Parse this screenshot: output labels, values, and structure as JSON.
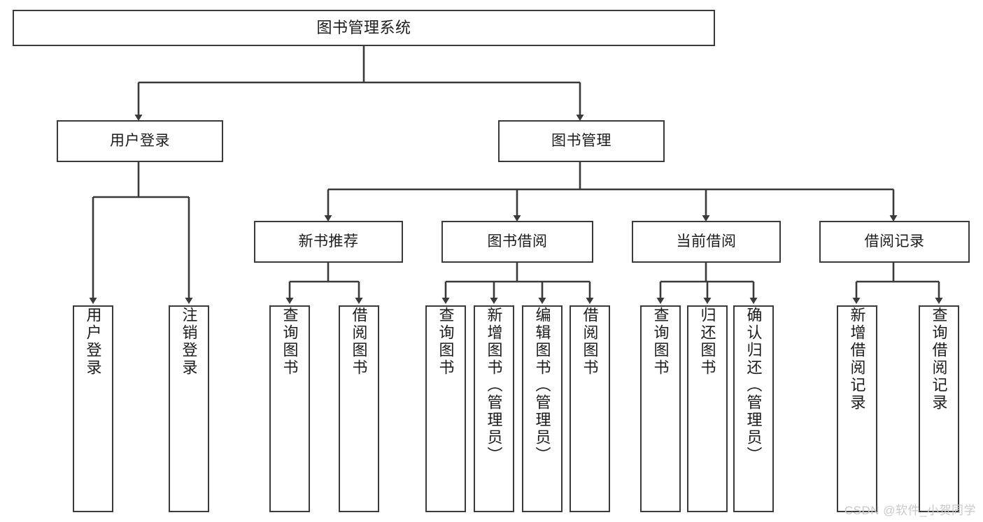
{
  "diagram": {
    "title": "图书管理系统",
    "type": "hierarchy-tree",
    "root": {
      "id": "root",
      "label": "图书管理系统"
    },
    "level2": [
      {
        "id": "user-login",
        "label": "用户登录"
      },
      {
        "id": "book-manage",
        "label": "图书管理"
      }
    ],
    "level3": [
      {
        "id": "new-book-recommend",
        "label": "新书推荐"
      },
      {
        "id": "book-borrow",
        "label": "图书借阅"
      },
      {
        "id": "current-borrow",
        "label": "当前借阅"
      },
      {
        "id": "borrow-record",
        "label": "借阅记录"
      }
    ],
    "leaves": {
      "user_login": [
        {
          "id": "leaf-user-login",
          "label": "用户登录"
        },
        {
          "id": "leaf-logout-login",
          "label": "注销登录"
        }
      ],
      "new_book_recommend": [
        {
          "id": "leaf-query-book-1",
          "label": "查询图书"
        },
        {
          "id": "leaf-borrow-book-1",
          "label": "借阅图书"
        }
      ],
      "book_borrow": [
        {
          "id": "leaf-query-book-2",
          "label": "查询图书"
        },
        {
          "id": "leaf-add-book",
          "label": "新增图书（管理员）"
        },
        {
          "id": "leaf-edit-book",
          "label": "编辑图书（管理员）"
        },
        {
          "id": "leaf-borrow-book-2",
          "label": "借阅图书"
        }
      ],
      "current_borrow": [
        {
          "id": "leaf-query-book-3",
          "label": "查询图书"
        },
        {
          "id": "leaf-return-book",
          "label": "归还图书"
        },
        {
          "id": "leaf-confirm-return",
          "label": "确认归还（管理员）"
        }
      ],
      "borrow_record": [
        {
          "id": "leaf-add-record",
          "label": "新增借阅记录"
        },
        {
          "id": "leaf-query-record",
          "label": "查询借阅记录"
        }
      ]
    }
  },
  "watermark": {
    "text": "CSDN @软件_小贺同学"
  },
  "colors": {
    "stroke": "#3a3a3a",
    "background": "#ffffff",
    "text": "#1c1c1c",
    "watermark": "#c8c8c8"
  }
}
